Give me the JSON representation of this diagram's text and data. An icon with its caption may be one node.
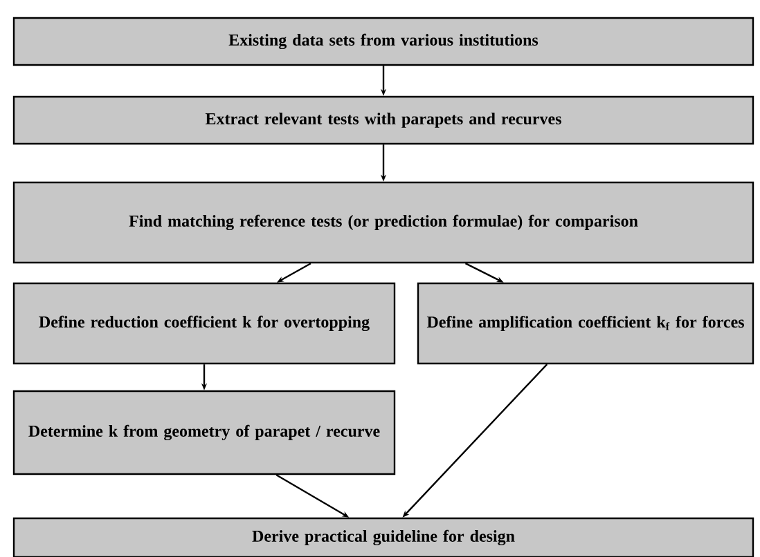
{
  "diagram": {
    "nodes": [
      {
        "text": [
          "Existing data sets from various institutions"
        ]
      },
      {
        "text": [
          "Extract relevant tests with parapets and recurves"
        ]
      },
      {
        "text": [
          "Find matching reference tests (or prediction formulae) for comparison"
        ]
      },
      {
        "text": [
          "Define reduction coefficient k for overtopping"
        ]
      },
      {
        "text": [
          "Define amplification coefficient k$_{f}$ for forces"
        ]
      },
      {
        "text": [
          "Determine k from geometry of parapet / recurve"
        ]
      },
      {
        "text": [
          "Derive practical guideline for design"
        ]
      }
    ],
    "edges": [
      {
        "from": 0,
        "to": 1,
        "arrow": "to"
      },
      {
        "from": 1,
        "to": 2,
        "arrow": "to"
      },
      {
        "from": 2,
        "to": 3,
        "arrow": "to"
      },
      {
        "from": 2,
        "to": 4,
        "arrow": "to"
      },
      {
        "from": 3,
        "to": 5,
        "arrow": "to"
      },
      {
        "from": 5,
        "to": 6,
        "arrow": "to"
      },
      {
        "from": 4,
        "to": 6,
        "arrow": "to"
      }
    ]
  }
}
